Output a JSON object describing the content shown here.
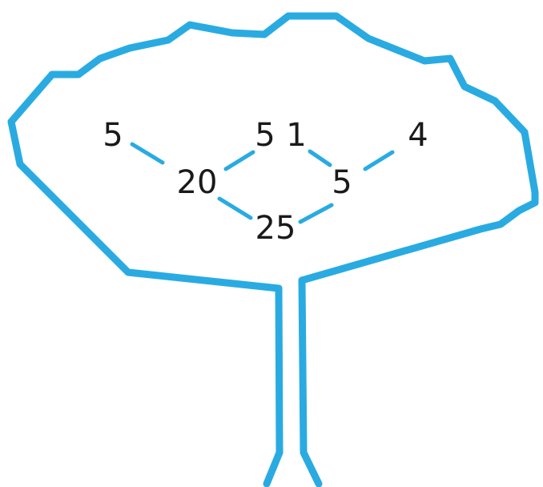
{
  "colors": {
    "outline": "#29abe2",
    "text": "#1a1a1a"
  },
  "tree": {
    "top_row": [
      "5",
      "5",
      "1",
      "4"
    ],
    "middle_row": [
      "20",
      "5"
    ],
    "bottom": "25"
  }
}
